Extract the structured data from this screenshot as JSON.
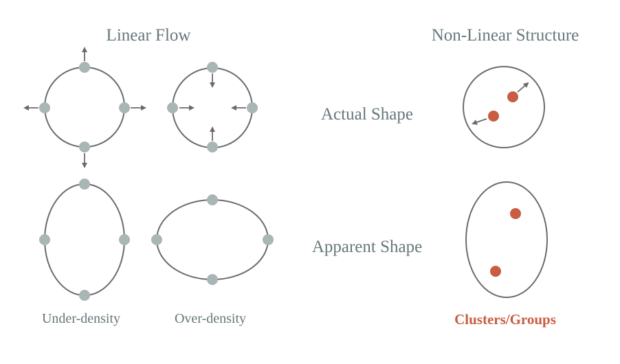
{
  "labels": {
    "linear_title": "Linear Flow",
    "nonlinear_title": "Non-Linear Structure",
    "actual_shape": "Actual Shape",
    "apparent_shape": "Apparent Shape",
    "under_density": "Under-density",
    "over_density": "Over-density",
    "clusters": "Clusters/Groups"
  },
  "colors": {
    "text": "#66777a",
    "outline": "#6b6b6b",
    "node": "#a8b6b5",
    "cluster": "#c85d42",
    "arrow": "#6b6b6b"
  }
}
